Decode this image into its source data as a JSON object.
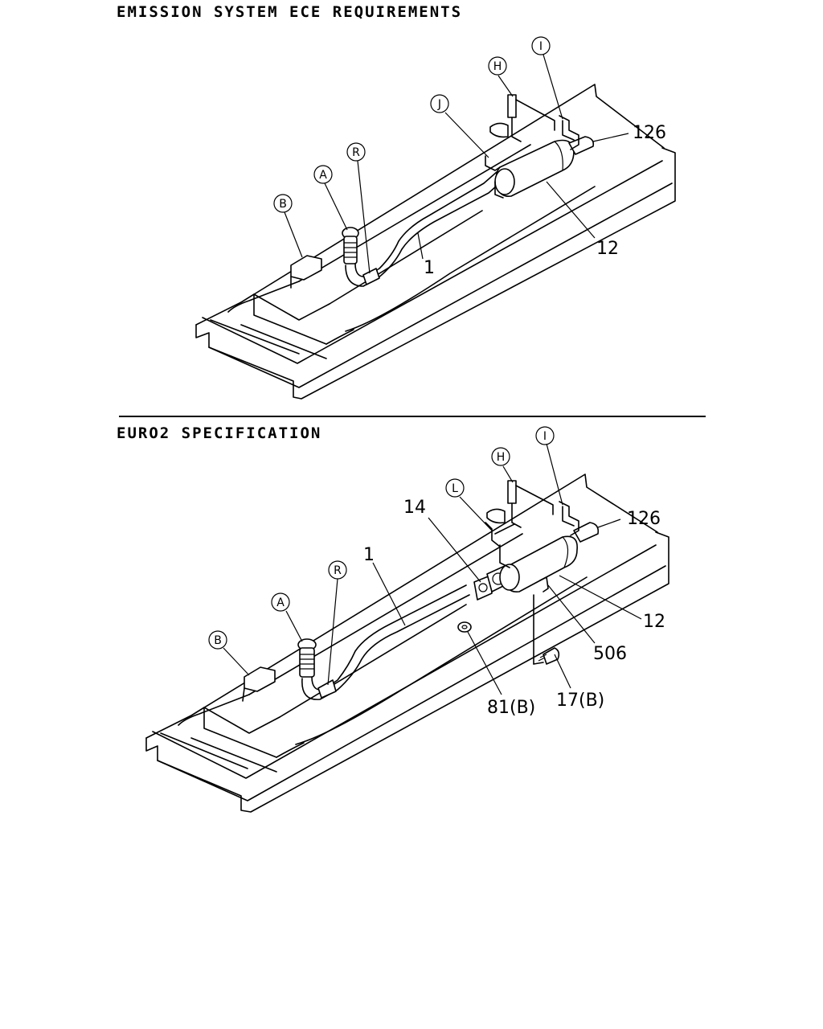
{
  "sections": [
    {
      "heading": "EMISSION SYSTEM ECE REQUIREMENTS",
      "callouts": {
        "B": "B",
        "A": "A",
        "R": "R",
        "J": "J",
        "H": "H",
        "I": "I"
      },
      "parts": {
        "p126": "126",
        "p12": "12",
        "p1": "1"
      }
    },
    {
      "heading": "EURO2 SPECIFICATION",
      "callouts": {
        "B": "B",
        "A": "A",
        "R": "R",
        "L": "L",
        "H": "H",
        "I": "I"
      },
      "parts": {
        "p126": "126",
        "p14": "14",
        "p1": "1",
        "p12": "12",
        "p506": "506",
        "p81": "81(B)",
        "p17": "17(B)"
      }
    }
  ]
}
